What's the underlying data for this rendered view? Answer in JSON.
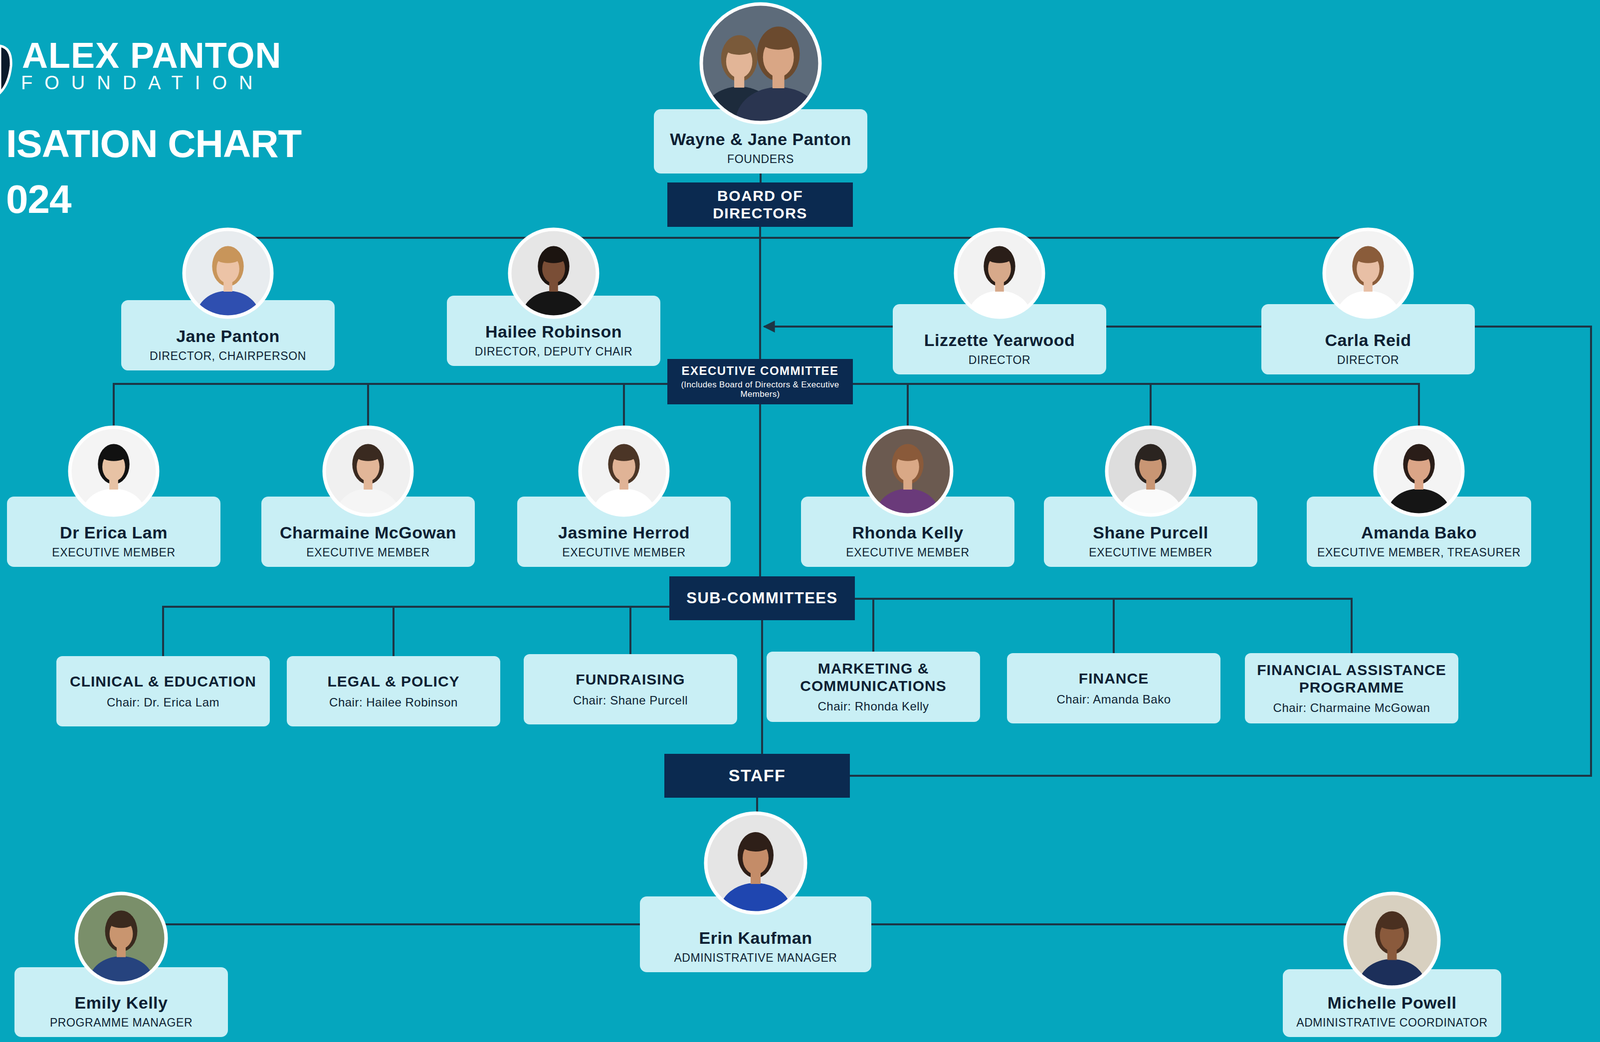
{
  "diagram": {
    "title": "ISATION CHART",
    "nodes": [
      {
        "text": [
          "Wayne & Jane Panton",
          "FOUNDERS"
        ]
      },
      {
        "text": [
          "BOARD OF DIRECTORS"
        ]
      },
      {
        "text": [
          "Jane Panton",
          "DIRECTOR, CHAIRPERSON"
        ]
      },
      {
        "text": [
          "Hailee Robinson",
          "DIRECTOR, DEPUTY CHAIR"
        ]
      },
      {
        "text": [
          "Lizzette Yearwood",
          "DIRECTOR"
        ]
      },
      {
        "text": [
          "Carla Reid",
          "DIRECTOR"
        ]
      },
      {
        "text": [
          "EXECUTIVE COMMITTEE",
          "(Includes Board of Directors & Executive Members)"
        ]
      },
      {
        "text": [
          "Dr Erica Lam",
          "EXECUTIVE MEMBER"
        ]
      },
      {
        "text": [
          "Charmaine McGowan",
          "EXECUTIVE MEMBER"
        ]
      },
      {
        "text": [
          "Jasmine Herrod",
          "EXECUTIVE MEMBER"
        ]
      },
      {
        "text": [
          "Rhonda Kelly",
          "EXECUTIVE MEMBER"
        ]
      },
      {
        "text": [
          "Shane Purcell",
          "EXECUTIVE MEMBER"
        ]
      },
      {
        "text": [
          "Amanda Bako",
          "EXECUTIVE MEMBER, TREASURER"
        ]
      },
      {
        "text": [
          "SUB-COMMITTEES"
        ]
      },
      {
        "text": [
          "CLINICAL & EDUCATION",
          "Chair: Dr. Erica Lam"
        ]
      },
      {
        "text": [
          "LEGAL & POLICY",
          "Chair: Hailee Robinson"
        ]
      },
      {
        "text": [
          "FUNDRAISING",
          "Chair: Shane Purcell"
        ]
      },
      {
        "text": [
          "MARKETING & COMMUNICATIONS",
          "Chair: Rhonda Kelly"
        ]
      },
      {
        "text": [
          "FINANCE",
          "Chair: Amanda Bako"
        ]
      },
      {
        "text": [
          "FINANCIAL ASSISTANCE PROGRAMME",
          "Chair: Charmaine McGowan"
        ]
      },
      {
        "text": [
          "STAFF"
        ]
      },
      {
        "text": [
          "Erin Kaufman",
          "ADMINISTRATIVE MANAGER"
        ]
      },
      {
        "text": [
          "Emily Kelly",
          "PROGRAMME MANAGER"
        ]
      },
      {
        "text": [
          "Michelle Powell",
          "ADMINISTRATIVE COORDINATOR"
        ]
      }
    ],
    "edges": [
      {
        "from": 0,
        "to": 1,
        "arrow": "none"
      },
      {
        "from": 1,
        "to": 2,
        "arrow": "none"
      },
      {
        "from": 1,
        "to": 3,
        "arrow": "none"
      },
      {
        "from": 1,
        "to": 4,
        "arrow": "none"
      },
      {
        "from": 1,
        "to": 5,
        "arrow": "none"
      },
      {
        "from": 1,
        "to": 6,
        "arrow": "none"
      },
      {
        "from": 6,
        "to": 7,
        "arrow": "none"
      },
      {
        "from": 6,
        "to": 8,
        "arrow": "none"
      },
      {
        "from": 6,
        "to": 9,
        "arrow": "none"
      },
      {
        "from": 6,
        "to": 10,
        "arrow": "none"
      },
      {
        "from": 6,
        "to": 11,
        "arrow": "none"
      },
      {
        "from": 6,
        "to": 12,
        "arrow": "none"
      },
      {
        "from": 6,
        "to": 13,
        "arrow": "none"
      },
      {
        "from": 13,
        "to": 14,
        "arrow": "none"
      },
      {
        "from": 13,
        "to": 15,
        "arrow": "none"
      },
      {
        "from": 13,
        "to": 16,
        "arrow": "none"
      },
      {
        "from": 13,
        "to": 17,
        "arrow": "none"
      },
      {
        "from": 13,
        "to": 18,
        "arrow": "none"
      },
      {
        "from": 13,
        "to": 19,
        "arrow": "none"
      },
      {
        "from": 13,
        "to": 20,
        "arrow": "none"
      },
      {
        "from": 20,
        "to": 21,
        "arrow": "none"
      },
      {
        "from": 21,
        "to": 22,
        "arrow": "none"
      },
      {
        "from": 21,
        "to": 23,
        "arrow": "none"
      },
      {
        "from": 20,
        "to": 1,
        "arrow": "to"
      }
    ],
    "labels": [
      "ALEX PANTON",
      "FOUNDATION",
      "024"
    ]
  }
}
